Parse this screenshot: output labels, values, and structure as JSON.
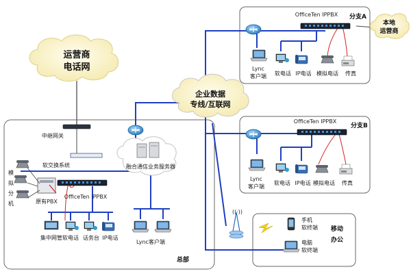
{
  "carrier_cloud": {
    "line1": "运营商",
    "line2": "电话网"
  },
  "enterprise_cloud": {
    "line1": "企业数据",
    "line2": "专线/互联网"
  },
  "local_carrier": {
    "line1": "本地",
    "line2": "运营商"
  },
  "hq": {
    "title": "总部",
    "trunk_gateway": "中继网关",
    "softswitch": "软交换系统",
    "pbx_label": "OfficeTen IPPBX",
    "analog_ext": "模拟分机",
    "legacy_pbx": "原有PBX",
    "server_cloud": "融合通信业务服务器",
    "lync_clients": "Lync客户端",
    "terminals": [
      "集中网管",
      "软电话",
      "话务台",
      "IP电话"
    ]
  },
  "branch_a": {
    "title": "分支A",
    "pbx_label": "OfficeTen IPPBX",
    "lync": {
      "line1": "Lync",
      "line2": "客户端"
    },
    "terminals": [
      "软电话",
      "IP电话",
      "模拟电话",
      "传真"
    ]
  },
  "branch_b": {
    "title": "分支B",
    "pbx_label": "OfficeTen IPPBX",
    "lync": {
      "line1": "Lync",
      "line2": "客户端"
    },
    "terminals": [
      "软电话",
      "IP电话",
      "模拟电话",
      "传真"
    ]
  },
  "mobile": {
    "title": {
      "line1": "移动",
      "line2": "办公"
    },
    "phone": {
      "line1": "手机",
      "line2": "软终端"
    },
    "pc": {
      "line1": "电脑",
      "line2": "软终端"
    }
  },
  "colors": {
    "link": "#1f3fbf",
    "red_link": "#d42020",
    "cloud": "#fdf7d6",
    "frame": "#666666"
  }
}
